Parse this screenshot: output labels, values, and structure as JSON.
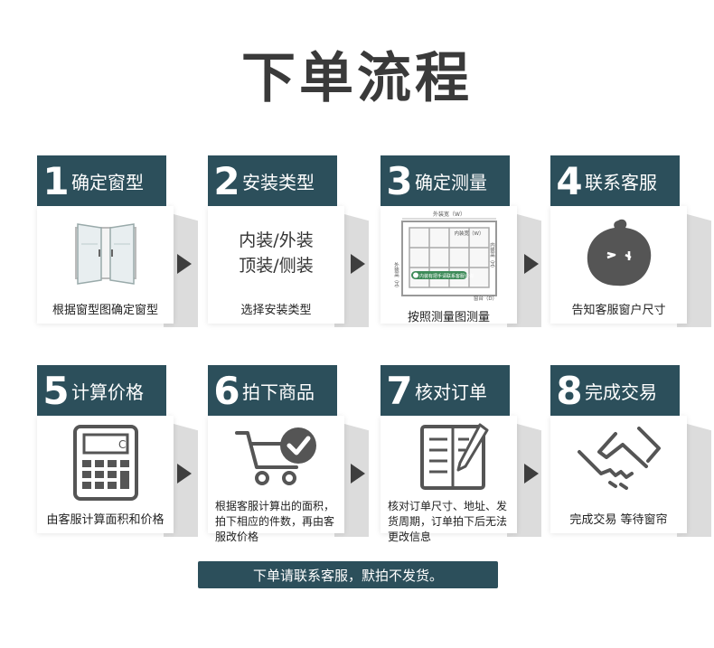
{
  "title": "下单流程",
  "steps": [
    {
      "num": "1",
      "label": "确定窗型",
      "icon": "window-icon",
      "caption": "根据窗型图确定窗型"
    },
    {
      "num": "2",
      "label": "安装类型",
      "icon": "text",
      "mount_line1": "内装/外装",
      "mount_line2": "顶装/侧装",
      "caption": "选择安装类型"
    },
    {
      "num": "3",
      "label": "确定测量",
      "icon": "measurement-diagram-icon",
      "caption": "按照测量图测量",
      "diagram": {
        "outer_width": "外装宽（W）",
        "inner_width": "内装宽（W）",
        "outer_height": "外装高（H）",
        "inner_height": "内装高（H）",
        "sill": "窗台（D）",
        "note": "内装有把手请联系客服咨询"
      }
    },
    {
      "num": "4",
      "label": "联系客服",
      "icon": "chat-bubble-icon",
      "caption": "告知客服窗户尺寸"
    },
    {
      "num": "5",
      "label": "计算价格",
      "icon": "calculator-icon",
      "caption": "由客服计算面积和价格"
    },
    {
      "num": "6",
      "label": "拍下商品",
      "icon": "shopping-cart-check-icon",
      "caption": "根据客服计算出的面积，拍下相应的件数，再由客服改价格"
    },
    {
      "num": "7",
      "label": "核对订单",
      "icon": "notebook-pen-icon",
      "caption": "核对订单尺寸、地址、发货周期，订单拍下后无法更改信息"
    },
    {
      "num": "8",
      "label": "完成交易",
      "icon": "handshake-icon",
      "caption": "完成交易  等待窗帘"
    }
  ],
  "banner": "下单请联系客服，默拍不发货。",
  "colors": {
    "header": "#2c4f5b",
    "arrow": "#3e3e3e",
    "icon": "#555555"
  }
}
